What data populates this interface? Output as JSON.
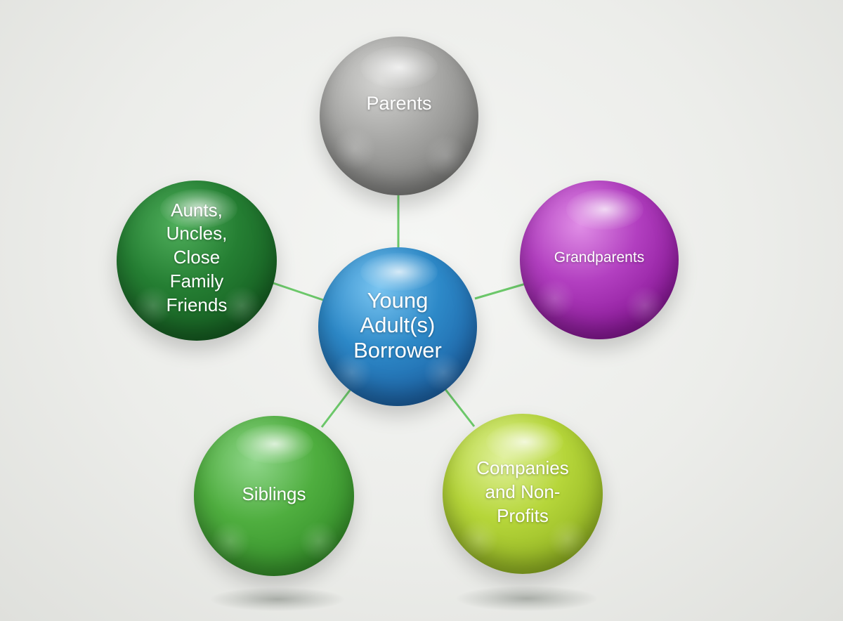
{
  "nodes": {
    "center": {
      "label": "Young\nAdult(s)\nBorrower",
      "color": "#2d89c8"
    },
    "parents": {
      "label": "Parents",
      "color": "#a7a7a5"
    },
    "grandparents": {
      "label": "Grandparents",
      "color": "#b23fc0"
    },
    "aunts": {
      "label": "Aunts,\nUncles,\nClose\nFamily\nFriends",
      "color": "#257f33"
    },
    "siblings": {
      "label": "Siblings",
      "color": "#4fae3f"
    },
    "companies": {
      "label": "Companies\nand Non-\nProfits",
      "color": "#b6d63a"
    }
  },
  "connector_color": "#6cc86a"
}
